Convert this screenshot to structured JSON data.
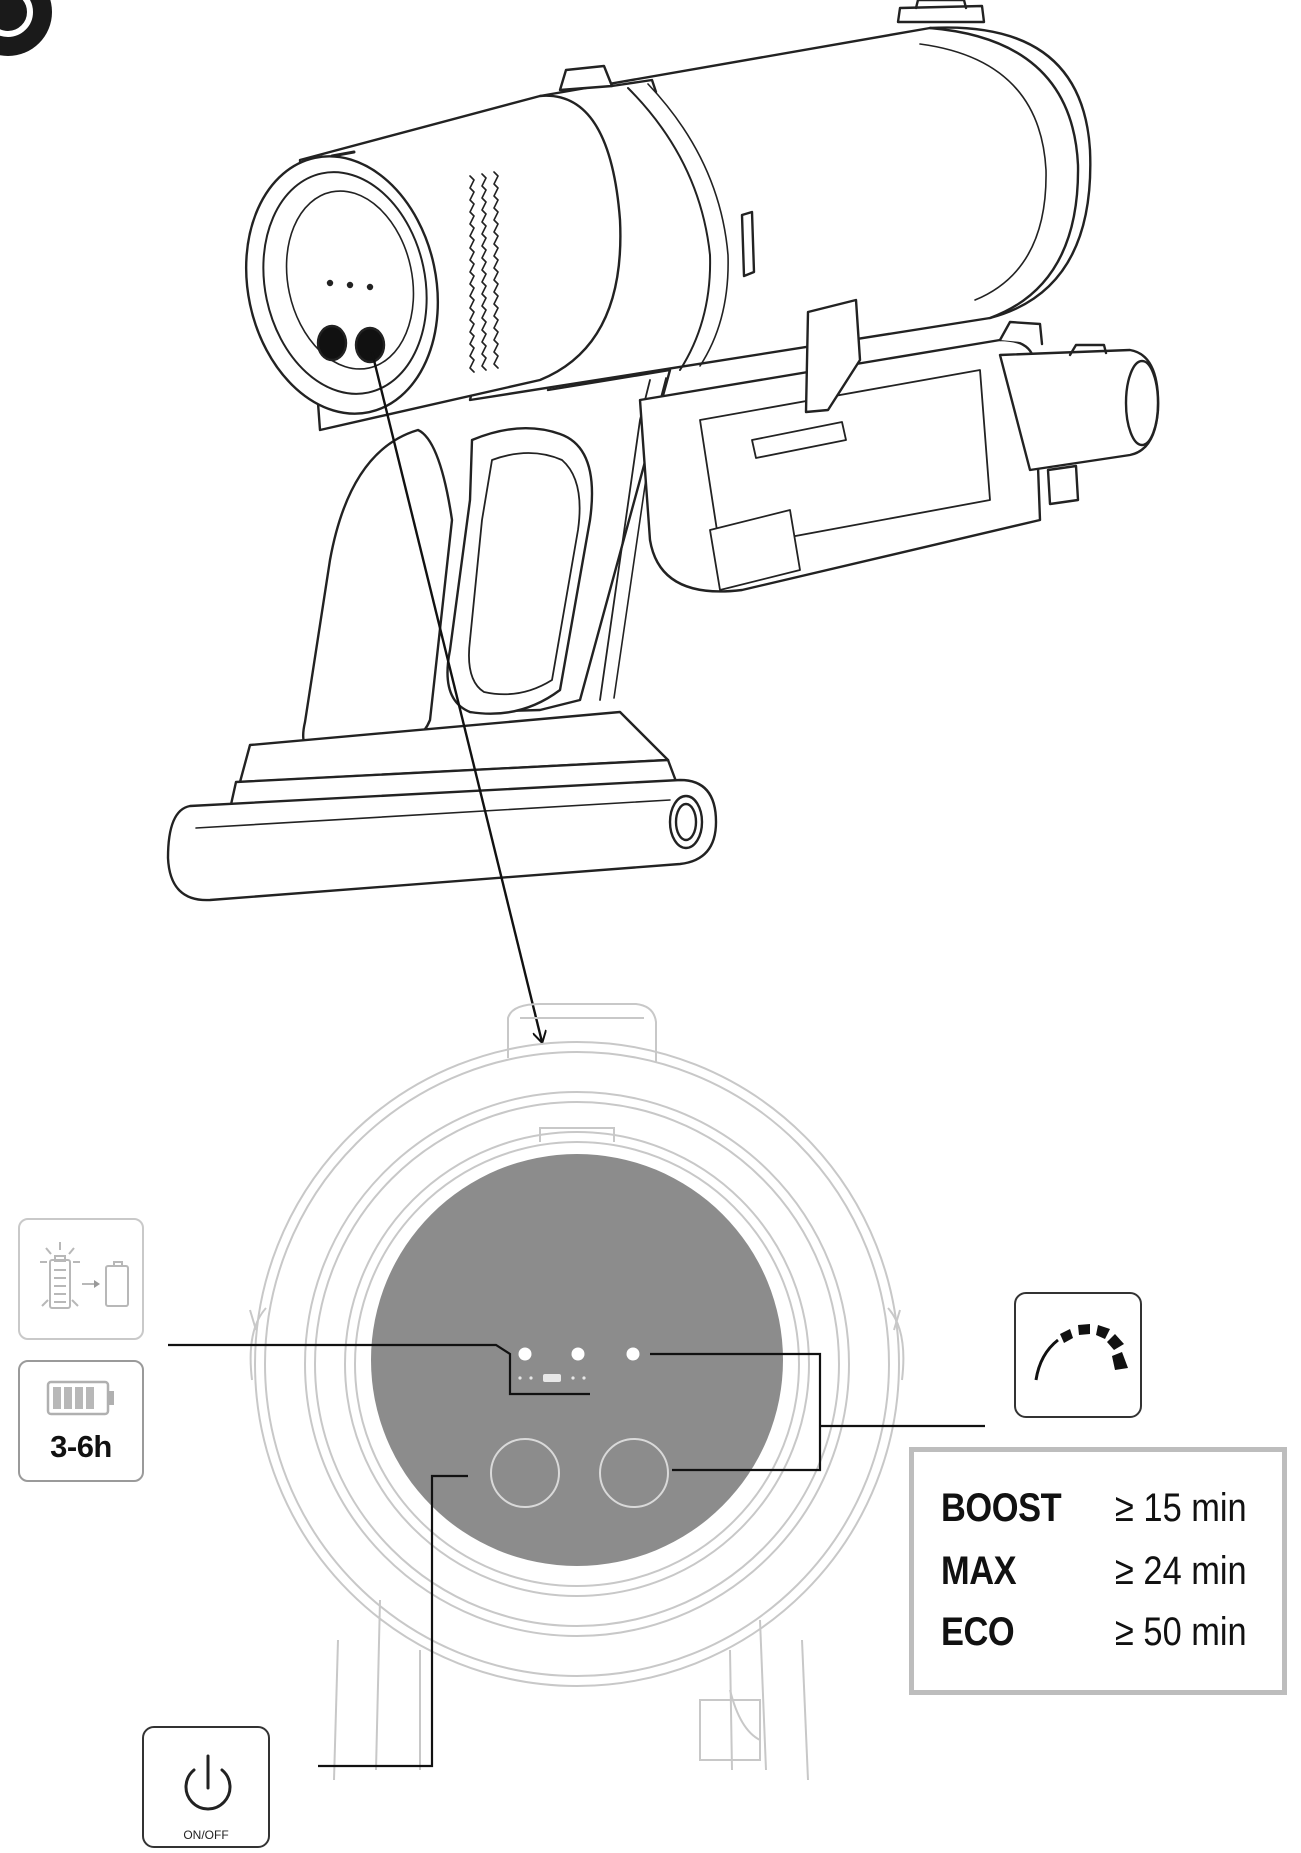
{
  "battery_card": {
    "icon": "battery-charging-icon",
    "runtime_icon": "battery-full-icon",
    "hours": "3-6h"
  },
  "power_card": {
    "icon": "power-icon",
    "label": "ON/OFF"
  },
  "mode_card": {
    "icon": "speed-gauge-icon"
  },
  "runtime_table": {
    "rows": [
      {
        "mode": "BOOST",
        "time": "≥ 15 min"
      },
      {
        "mode": "MAX",
        "time": "≥ 24 min"
      },
      {
        "mode": "ECO",
        "time": "≥ 50 min"
      }
    ]
  },
  "colors": {
    "panel": "#8c8c8c",
    "line": "#111111",
    "ghost": "#c8c8c8",
    "table_border": "#bdbdbd"
  }
}
